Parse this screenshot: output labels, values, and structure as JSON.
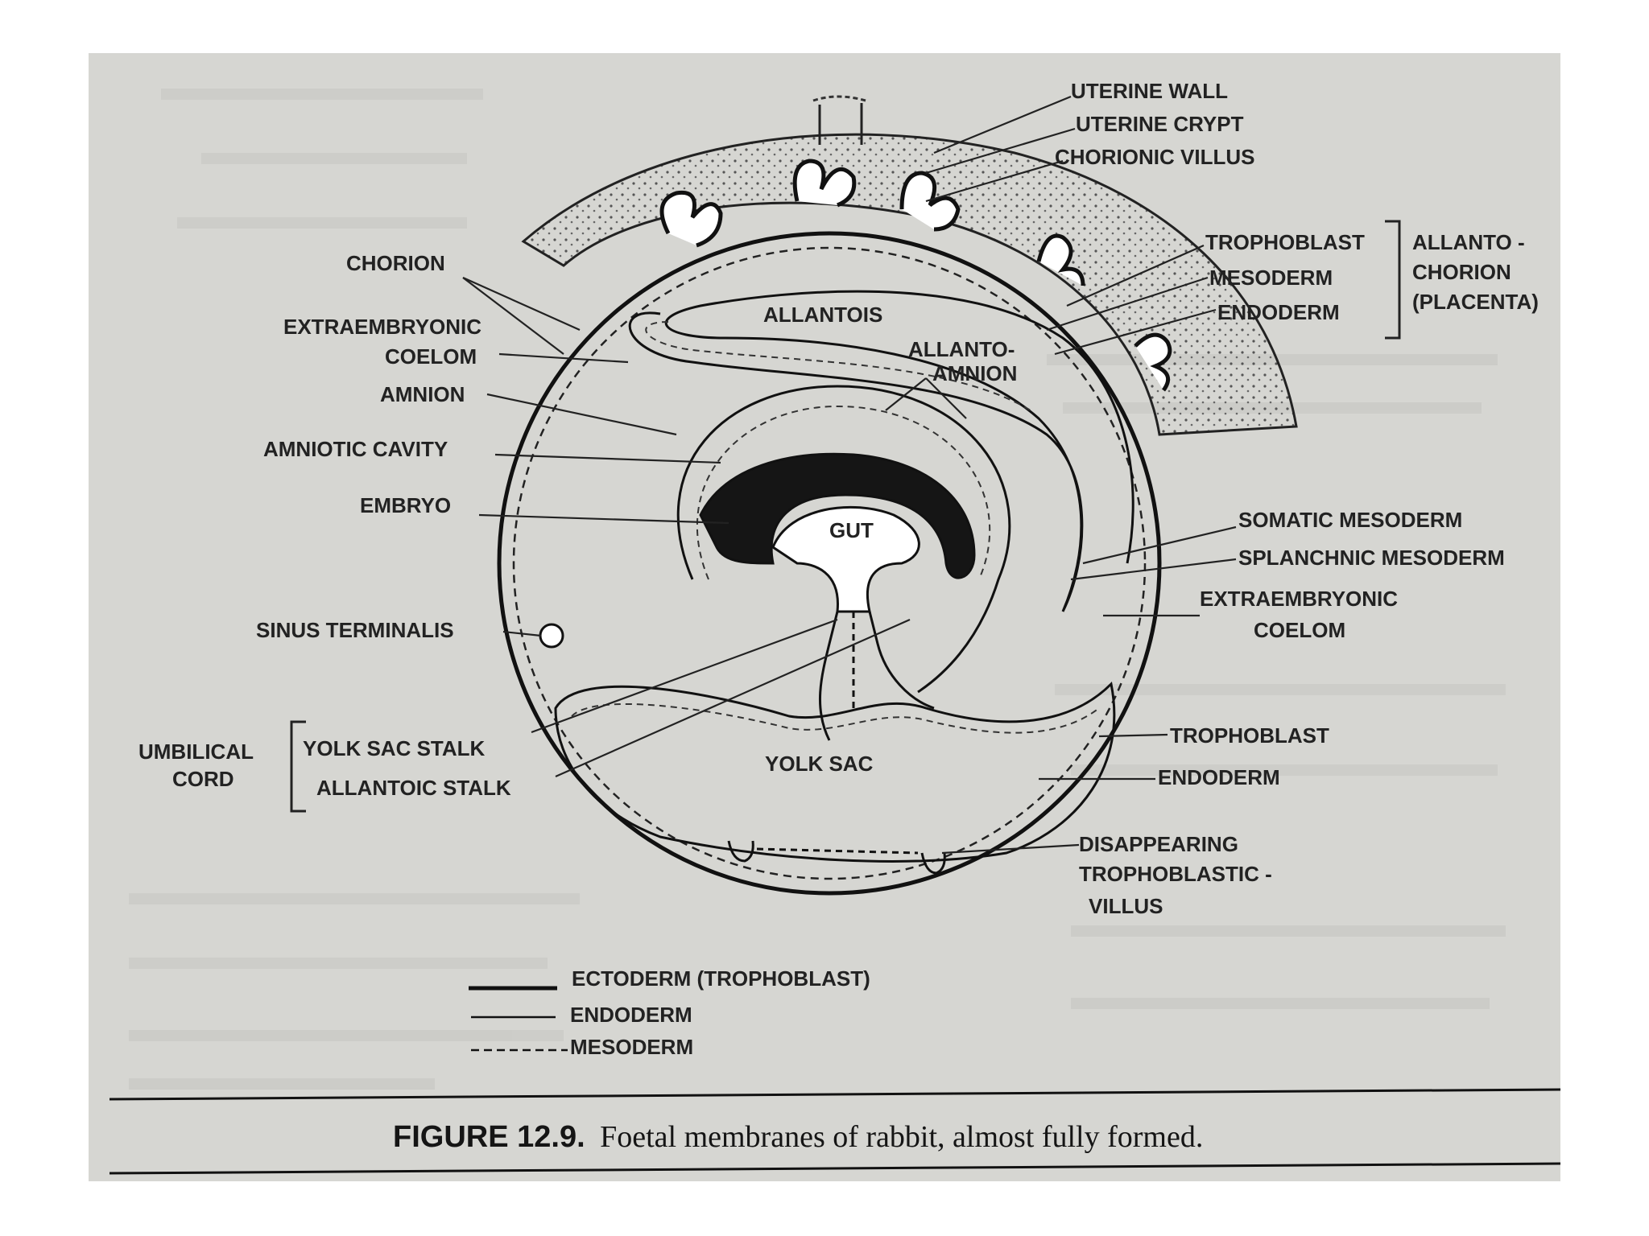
{
  "labels": {
    "uterine_wall": "UTERINE  WALL",
    "uterine_crypt": "UTERINE  CRYPT",
    "chorionic_villus": "CHORIONIC  VILLUS",
    "trophoblast_top": "TROPHOBLAST",
    "mesoderm_top": "MESODERM",
    "endoderm_top": "ENDODERM",
    "allanto_chorion_1": "ALLANTO -",
    "allanto_chorion_2": "CHORION",
    "allanto_chorion_3": "(PLACENTA)",
    "chorion": "CHORION",
    "extraembryonic_coelom_left_1": "EXTRAEMBRYONIC",
    "extraembryonic_coelom_left_2": "COELOM",
    "amnion": "AMNION",
    "amniotic_cavity": "AMNIOTIC  CAVITY",
    "embryo": "EMBRYO",
    "allantois": "ALLANTOIS",
    "allanto_amnion_1": "ALLANTO-",
    "allanto_amnion_2": "AMNION",
    "gut": "GUT",
    "somatic_mesoderm": "SOMATIC  MESODERM",
    "splanchnic_mesoderm": "SPLANCHNIC  MESODERM",
    "extraembryonic_coelom_right_1": "EXTRAEMBRYONIC",
    "extraembryonic_coelom_right_2": "COELOM",
    "sinus_terminalis": "SINUS  TERMINALIS",
    "umbilical_cord_1": "UMBILICAL",
    "umbilical_cord_2": "CORD",
    "yolk_sac_stalk": "YOLK    SAC  STALK",
    "allantoic_stalk": "ALLANTOIC  STALK",
    "yolk_sac": "YOLK     SAC",
    "trophoblast_bottom": "TROPHOBLAST",
    "endoderm_bottom": "ENDODERM",
    "disappearing_1": "DISAPPEARING",
    "disappearing_2": "TROPHOBLASTIC -",
    "disappearing_3": "VILLUS"
  },
  "legend": {
    "ectoderm": "ECTODERM (TROPHOBLAST)",
    "endoderm": "ENDODERM",
    "mesoderm": "MESODERM"
  },
  "caption": {
    "number": "FIGURE 12.9.",
    "text": "Foetal membranes of rabbit, almost fully formed."
  }
}
